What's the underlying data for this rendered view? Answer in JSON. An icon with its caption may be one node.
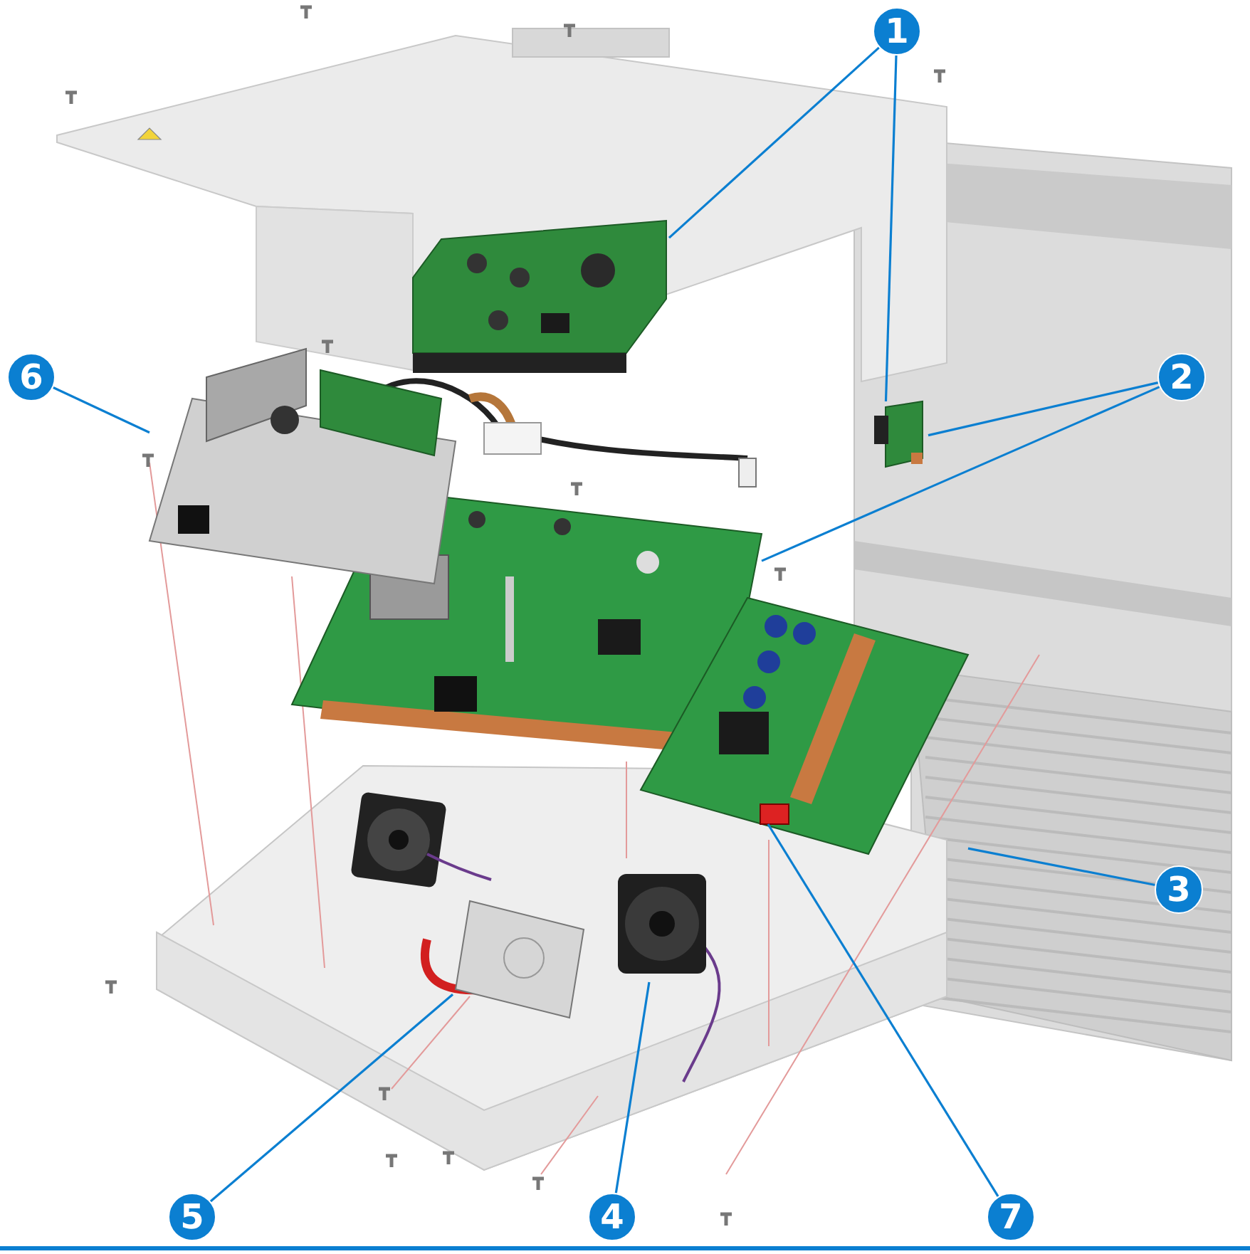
{
  "diagram": {
    "nodes": [
      {
        "text": [
          "1"
        ]
      },
      {
        "text": [
          "2"
        ]
      },
      {
        "text": [
          "3"
        ]
      },
      {
        "text": [
          "4"
        ]
      },
      {
        "text": [
          "5"
        ]
      },
      {
        "text": [
          "6"
        ]
      },
      {
        "text": [
          "7"
        ]
      },
      {
        "text": [],
        "shape": "picture"
      },
      {
        "text": [],
        "shape": "picture"
      },
      {
        "text": [],
        "shape": "picture"
      },
      {
        "text": [],
        "shape": "picture"
      },
      {
        "text": [],
        "shape": "picture"
      },
      {
        "text": [],
        "shape": "picture"
      },
      {
        "text": [],
        "shape": "picture"
      },
      {
        "text": [],
        "shape": "box",
        "in": 10
      }
    ],
    "edges": [
      {
        "from": 0,
        "to": 7,
        "arrow": "none"
      },
      {
        "from": 0,
        "to": 8,
        "arrow": "none"
      },
      {
        "from": 1,
        "to": 8,
        "arrow": "none"
      },
      {
        "from": 1,
        "to": 9,
        "arrow": "none"
      },
      {
        "from": 2,
        "to": 10,
        "arrow": "none"
      },
      {
        "from": 3,
        "to": 11,
        "arrow": "none"
      },
      {
        "from": 4,
        "to": 12,
        "arrow": "none"
      },
      {
        "from": 5,
        "to": 13,
        "arrow": "none"
      },
      {
        "from": 6,
        "to": 14,
        "arrow": "none"
      }
    ]
  }
}
